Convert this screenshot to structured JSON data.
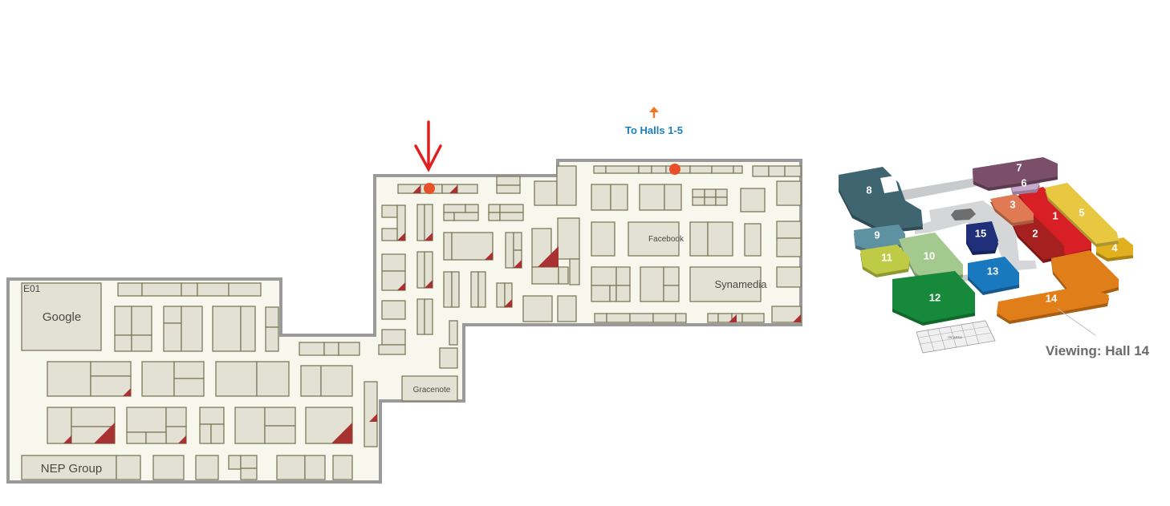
{
  "floorplan": {
    "hall": "Hall 14",
    "exit_label": "To Halls 1-5",
    "booths": {
      "e01": "E01",
      "google": "Google",
      "nep": "NEP Group",
      "gracenote": "Gracenote",
      "facebook": "Facebook",
      "synamedia": "Synamedia"
    },
    "colors": {
      "floor": "#f8f7ee",
      "wall": "#9a9a9a",
      "booth": "#e3e1d3",
      "marker": "#e8502a",
      "arrow": "#e02020",
      "exit": "#1a7fc0"
    }
  },
  "hall_overview": {
    "viewing_label": "Viewing: Hall 14",
    "oe_area": "OE AREA",
    "halls": [
      {
        "num": "1",
        "color": "#d81f26"
      },
      {
        "num": "2",
        "color": "#a5201f"
      },
      {
        "num": "3",
        "color": "#e07a55"
      },
      {
        "num": "4",
        "color": "#e0b01e"
      },
      {
        "num": "5",
        "color": "#e8c840"
      },
      {
        "num": "6",
        "color": "#c8a8cc"
      },
      {
        "num": "7",
        "color": "#7b4f6a"
      },
      {
        "num": "8",
        "color": "#3f6570"
      },
      {
        "num": "9",
        "color": "#5e92a3"
      },
      {
        "num": "10",
        "color": "#a3c98f"
      },
      {
        "num": "11",
        "color": "#c0cb45"
      },
      {
        "num": "12",
        "color": "#168a3a"
      },
      {
        "num": "13",
        "color": "#1a78be"
      },
      {
        "num": "14",
        "color": "#e07f19"
      },
      {
        "num": "15",
        "color": "#1f2f7a"
      }
    ]
  }
}
